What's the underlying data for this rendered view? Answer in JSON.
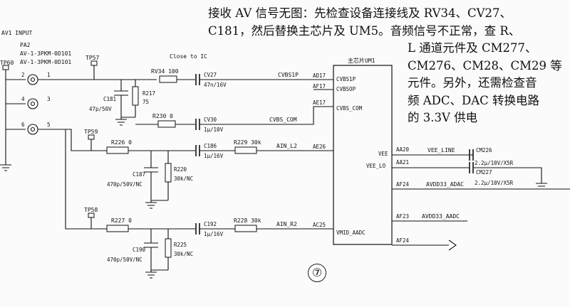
{
  "note_lines": [
    "接收 AV 信号无图：先检查设备连接线及 RV34、CV27、",
    "C181，然后替换主芯片及 UM5。音频信号不正常，查 R、",
    "L 通道元件及 CM277、",
    "CM276、CM28、CM29 等",
    "元件。另外，还需检查音",
    "频 ADC、DAC 转换电路",
    "的 3.3V 供电"
  ],
  "figure_number": "⑦",
  "header": {
    "av_input": "AV1 INPUT",
    "pa2": "PA2",
    "conn1": "AV-1-3PKM-0D101",
    "conn2": "AV-1-3PKM-0D101",
    "close_to_ic": "Close to IC"
  },
  "test_points": [
    "TP60",
    "TP57",
    "TP59",
    "TP58"
  ],
  "jack_pins": [
    "2",
    "1",
    "4",
    "3",
    "6",
    "5"
  ],
  "components": {
    "rv34": "RV34 100",
    "cv27": "CV27",
    "cv27_val": "47n/16V",
    "c181": "C181",
    "c181_val": "47p/50V",
    "r217": "R217",
    "r217_val": "75",
    "r230": "R230 0",
    "cv30": "CV30",
    "cv30_val": "1μ/10V",
    "r226": "R226 0",
    "c186": "C186",
    "c186_val": "1μ/16V",
    "r229": "R229 30k",
    "c187": "C187",
    "c187_val": "470p/50V/NC",
    "r220": "R220",
    "r220_val": "30k/NC",
    "r227": "R227 0",
    "c192": "C192",
    "c192_val": "1μ/16V",
    "r228": "R228 30k",
    "c190": "C190",
    "c190_val": "470p/50V/NC",
    "r225": "R225",
    "r225_val": "30k/NC",
    "cm226": "CM226",
    "cm226_val": "2.2μ/10V/X5R",
    "cm227": "CM227",
    "cm227_val": "2.2μ/10V/X5R"
  },
  "nets": {
    "cvbs1p": "CVBS1P",
    "cvbs_com": "CVBS_COM",
    "ain_l2": "AIN_L2",
    "ain_r2": "AIN_R2",
    "vee_line": "VEE_LINE",
    "avdd33_adac": "AVDD33_ADAC",
    "avdd33_aadc": "AVDD33_AADC"
  },
  "chip": {
    "title": "主芯片UM1",
    "left_pins": [
      {
        "num": "AD17",
        "name": "CVBS1P"
      },
      {
        "num": "AF17",
        "name": "CVBSOP"
      },
      {
        "num": "AE17",
        "name": "CVBS_COM"
      },
      {
        "num": "AE26",
        "name": ""
      },
      {
        "num": "AC25",
        "name": "VMID_AADC"
      }
    ],
    "right_pins": [
      {
        "num": "AA20",
        "name": "VEE"
      },
      {
        "num": "AA21",
        "name": "VEE_LO"
      },
      {
        "num": "AF24",
        "name": ""
      },
      {
        "num": "AF23",
        "name": ""
      },
      {
        "num": "AF24",
        "name": ""
      }
    ]
  }
}
